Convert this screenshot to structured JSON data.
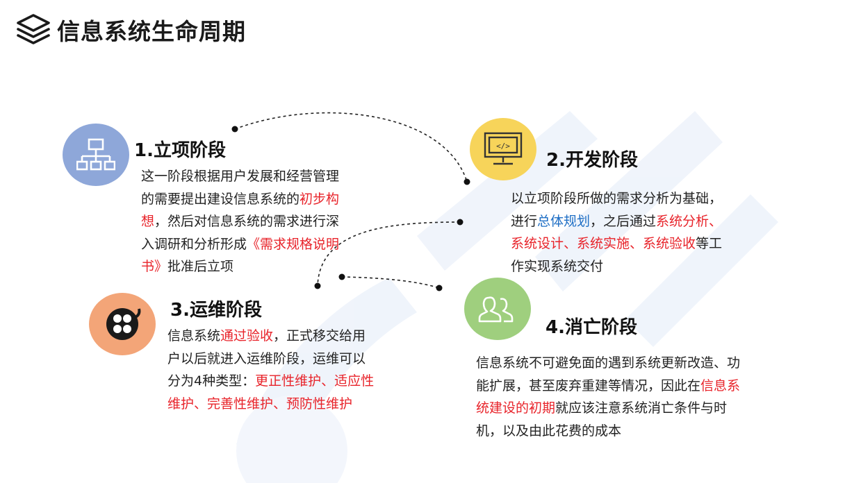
{
  "header": {
    "title": "信息系统生命周期"
  },
  "stages": [
    {
      "title": "1.立项阶段",
      "segments": [
        {
          "text": "这一阶段根据用户发展和经营管理的需要提出建设信息系统的"
        },
        {
          "text": "初步构想",
          "hl": "red"
        },
        {
          "text": "，然后对信息系统的需求进行深入调研和分析形成"
        },
        {
          "text": "《需求规格说明书》",
          "hl": "red"
        },
        {
          "text": "批准后立项"
        }
      ]
    },
    {
      "title": "2.开发阶段",
      "segments": [
        {
          "text": "以立项阶段所做的需求分析为基础，进行"
        },
        {
          "text": "总体规划",
          "hl": "blue"
        },
        {
          "text": "，之后通过"
        },
        {
          "text": "系统分析、系统设计、系统实施、系统验收",
          "hl": "red"
        },
        {
          "text": "等工作实现系统交付"
        }
      ]
    },
    {
      "title": "3.运维阶段",
      "segments": [
        {
          "text": "信息系统"
        },
        {
          "text": "通过验收",
          "hl": "red"
        },
        {
          "text": "，正式移交给用户以后就进入运维阶段，运维可以分为4种类型："
        },
        {
          "text": "更正性维护、适应性维护、完善性维护、预防性维护",
          "hl": "red"
        }
      ]
    },
    {
      "title": "4.消亡阶段",
      "segments": [
        {
          "text": "信息系统不可避免面的遇到系统更新改造、功能扩展，甚至废弃重建等情况，因此在"
        },
        {
          "text": "信息系统建设的初期",
          "hl": "red"
        },
        {
          "text": "就应该注意系统消亡条件与时机，以及由此花费的成本"
        }
      ]
    }
  ],
  "icons": [
    "layers-icon",
    "network-icon",
    "code-monitor-icon",
    "film-reel-icon",
    "users-icon"
  ],
  "colors": {
    "highlight_red": "#e8232a",
    "highlight_blue": "#1f6fc5",
    "stage1_circle": "#8ea7d9",
    "stage2_circle": "#f7d45a",
    "stage3_circle": "#f3a578",
    "stage4_circle": "#9fcf7e"
  }
}
